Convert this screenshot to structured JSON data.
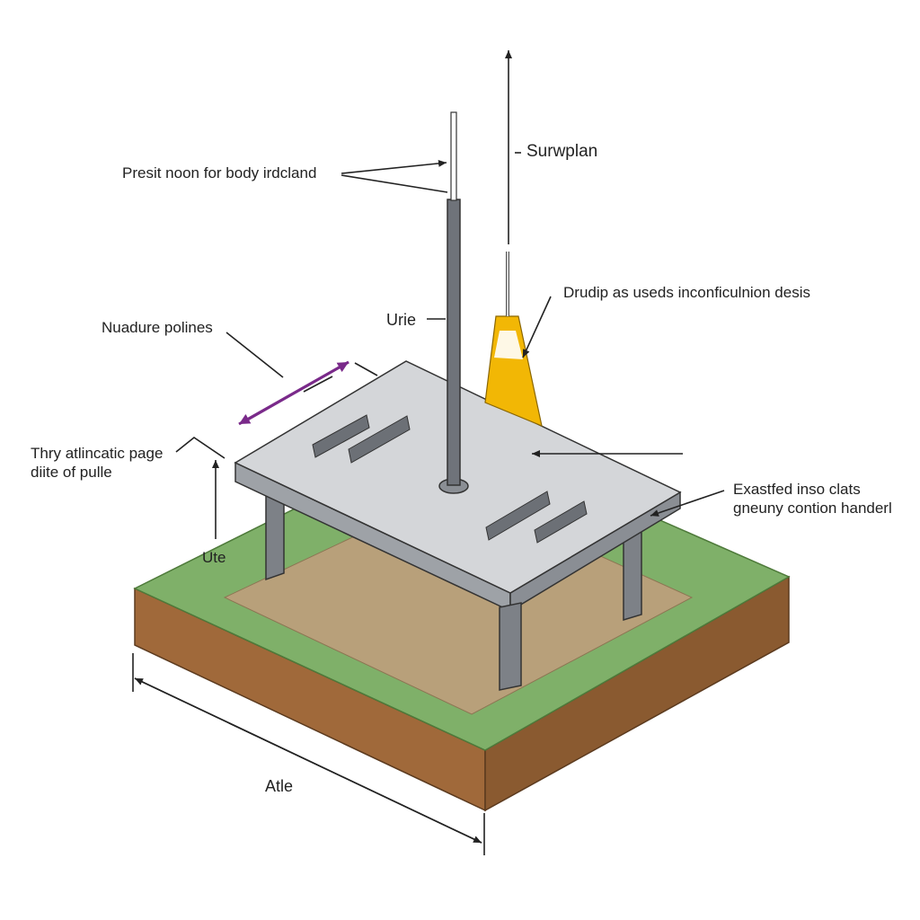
{
  "labels": {
    "precision_note": "Presit noon for body irdcland",
    "survey_plan": "Surwplan",
    "drudip": "Drudip as useds inconficulnion desis",
    "measure_poles": "Nuadure polines",
    "urie": "Urie",
    "thry_line1": "Thry atlincatic page",
    "thry_line2": "diite of pulle",
    "ute": "Ute",
    "exastified_line1": "Exastfed inso clats",
    "exastified_line2": "gneuny contion handerl",
    "atle": "Atle"
  },
  "colors": {
    "grass": "#7fb069",
    "soil_front": "#a0693a",
    "soil_side": "#8a5a30",
    "dirt_patch": "#b8a07a",
    "table_top": "#d4d6d9",
    "table_edge": "#9ea2a7",
    "cone": "#f2b705",
    "arrow_purple": "#7a2a8a",
    "line_dark": "#222222"
  }
}
